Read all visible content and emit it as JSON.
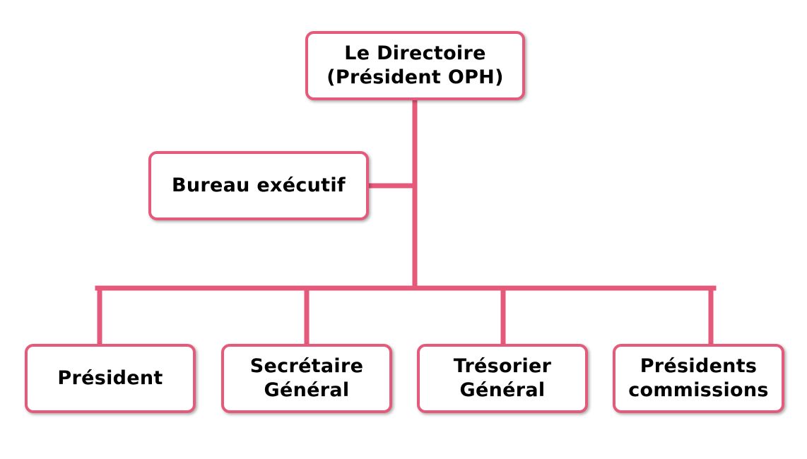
{
  "colors": {
    "accent": "#e55a7a",
    "box_background": "#ffffff",
    "text": "#000000"
  },
  "org_chart": {
    "top": {
      "line1": "Le Directoire",
      "line2": "(Président OPH)"
    },
    "side": {
      "label": "Bureau exécutif"
    },
    "children": [
      {
        "line1": "Président",
        "line2": ""
      },
      {
        "line1": "Secrétaire",
        "line2": "Général"
      },
      {
        "line1": "Trésorier",
        "line2": "Général"
      },
      {
        "line1": "Présidents",
        "line2": "commissions"
      }
    ]
  }
}
